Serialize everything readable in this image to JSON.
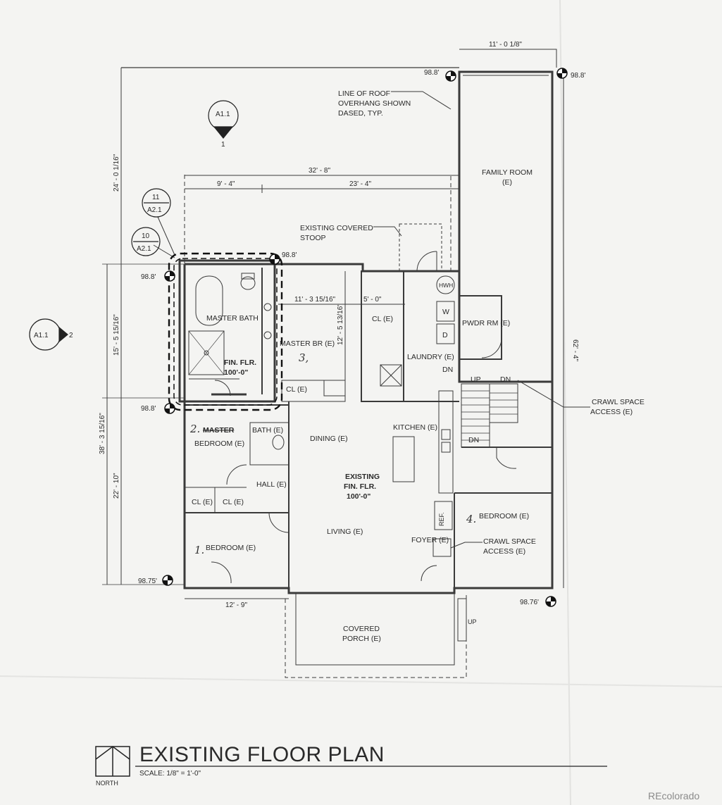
{
  "plan": {
    "title": "EXISTING FLOOR PLAN",
    "scale": "SCALE:  1/8\" = 1'-0\"",
    "north": "NORTH",
    "watermark": "REcolorado"
  },
  "rooms": {
    "family_room": "FAMILY ROOM",
    "family_room_e": "(E)",
    "master_bath": "MASTER BATH",
    "fin_flr": "FIN. FLR.",
    "fin_flr_val": "100'-0\"",
    "master_br": "MASTER BR (E)",
    "cl_upper": "CL (E)",
    "laundry": "LAUNDRY (E)",
    "pwdr": "PWDR RM (E)",
    "cl_small": "CL (E)",
    "bath": "BATH (E)",
    "bedroom2": "BEDROOM (E)",
    "dining": "DINING (E)",
    "kitchen": "KITCHEN (E)",
    "existing_fin_flr_1": "EXISTING",
    "existing_fin_flr_2": "FIN. FLR.",
    "existing_fin_flr_3": "100'-0\"",
    "hall": "HALL (E)",
    "cl_a": "CL (E)",
    "cl_b": "CL (E)",
    "bedroom1": "BEDROOM (E)",
    "living": "LIVING (E)",
    "foyer": "FOYER (E)",
    "bedroom4": "BEDROOM (E)",
    "covered_porch_1": "COVERED",
    "covered_porch_2": "PORCH (E)",
    "stoop_1": "EXISTING COVERED",
    "stoop_2": "STOOP"
  },
  "notes": {
    "roof_1": "LINE OF ROOF",
    "roof_2": "OVERHANG SHOWN",
    "roof_3": "DASED, TYP.",
    "crawl_top_1": "CRAWL SPACE",
    "crawl_top_2": "ACCESS (E)",
    "crawl_bot_1": "CRAWL SPACE",
    "crawl_bot_2": "ACCESS (E)",
    "hwh": "HWH",
    "w": "W",
    "d": "D",
    "ref": "REF.",
    "up1": "UP",
    "dn1": "DN",
    "dn2": "DN",
    "dn3": "DN",
    "up_porch": "UP"
  },
  "handwritten": {
    "n3": "3,",
    "n2": "2.",
    "master_struck": "MASTER",
    "n1": "1.",
    "n4": "4."
  },
  "dimensions": {
    "d_11_0_1_8": "11' - 0 1/8\"",
    "d_32_8": "32' - 8\"",
    "d_9_4": "9' - 4\"",
    "d_23_4": "23' - 4\"",
    "d_11_3_15_16": "11' - 3 15/16\"",
    "d_5_0": "5' - 0\"",
    "d_12_5_13_16": "12' - 5 13/16\"",
    "d_24_0_1_16": "24' - 0 1/16\"",
    "d_15_5_15_16": "15' - 5 15/16\"",
    "d_38_3_15_16": "38' - 3 15/16\"",
    "d_22_10": "22' - 10\"",
    "d_62_4": "62' - 4\"",
    "d_12_9": "12' - 9\""
  },
  "elevations": {
    "e1": "98.8'",
    "e2": "98.8'",
    "e3": "98.8'",
    "e4": "98.8'",
    "e5": "98.8'",
    "e6": "98.75'",
    "e7": "98.76'"
  },
  "tags": {
    "a11_top": "A1.1",
    "a11_top_num": "1",
    "tag11": "11",
    "tag11_sheet": "A2.1",
    "tag10": "10",
    "tag10_sheet": "A2.1",
    "a11_left": "A1.1",
    "a11_left_num": "2"
  }
}
